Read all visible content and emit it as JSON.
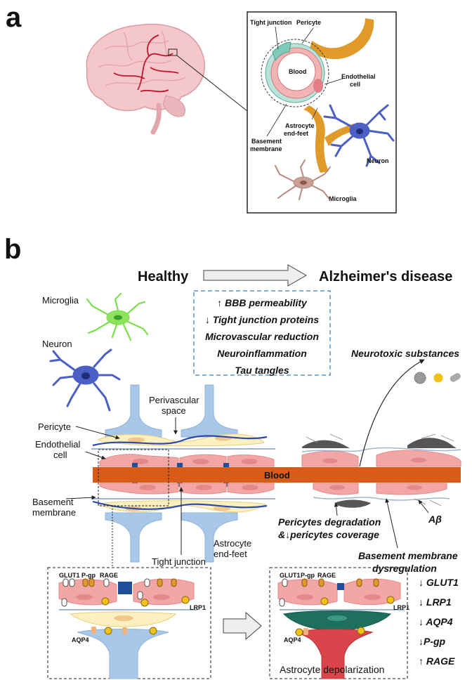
{
  "panel_a": {
    "letter": "a",
    "labels": {
      "tight_junction": "Tight junction",
      "pericyte": "Pericyte",
      "blood": "Blood",
      "endothelial_1": "Endothelial",
      "endothelial_2": "cell",
      "astrocyte_1": "Astrocyte",
      "astrocyte_2": "end-feet",
      "basement_1": "Basement",
      "basement_2": "membrane",
      "neuron": "Neuron",
      "microglia": "Microglia"
    }
  },
  "panel_b": {
    "letter": "b",
    "healthy": "Healthy",
    "disease": "Alzheimer's disease",
    "changes": [
      "↑ BBB permeability",
      "↓ Tight junction proteins",
      "Microvascular reduction",
      "Neuroinflammation",
      "Tau tangles"
    ],
    "labels": {
      "microglia": "Microglia",
      "neuron": "Neuron",
      "perivascular_1": "Perivascular",
      "perivascular_2": "space",
      "pericyte": "Pericyte",
      "endothelial_1": "Endothelial",
      "endothelial_2": "cell",
      "blood": "Blood",
      "basement_1": "Basement",
      "basement_2": "membrane",
      "tight_junction": "Tight junction",
      "astrocyte_1": "Astrocyte",
      "astrocyte_2": "end-feet",
      "neurotoxic": "Neurotoxic substances",
      "pericyte_deg_1": "Pericytes degradation",
      "pericyte_deg_2": "&↓pericytes coverage",
      "abeta": "Aβ",
      "bm_dys_1": "Basement membrane",
      "bm_dys_2": "dysregulation"
    },
    "inset_left": {
      "glut1": "GLUT1",
      "pgp": "P-gp",
      "rage": "RAGE",
      "lrp1": "LRP1",
      "aqp4": "AQP4"
    },
    "inset_right": {
      "glut1": "GLUT1",
      "pgp": "P-gp",
      "rage": "RAGE",
      "lrp1": "LRP1",
      "aqp4": "AQP4",
      "caption": "Astrocyte depolarization"
    },
    "markers": [
      "↓ GLUT1",
      "↓ LRP1",
      "↓ AQP4",
      "↓P-gp",
      "↑ RAGE"
    ]
  }
}
